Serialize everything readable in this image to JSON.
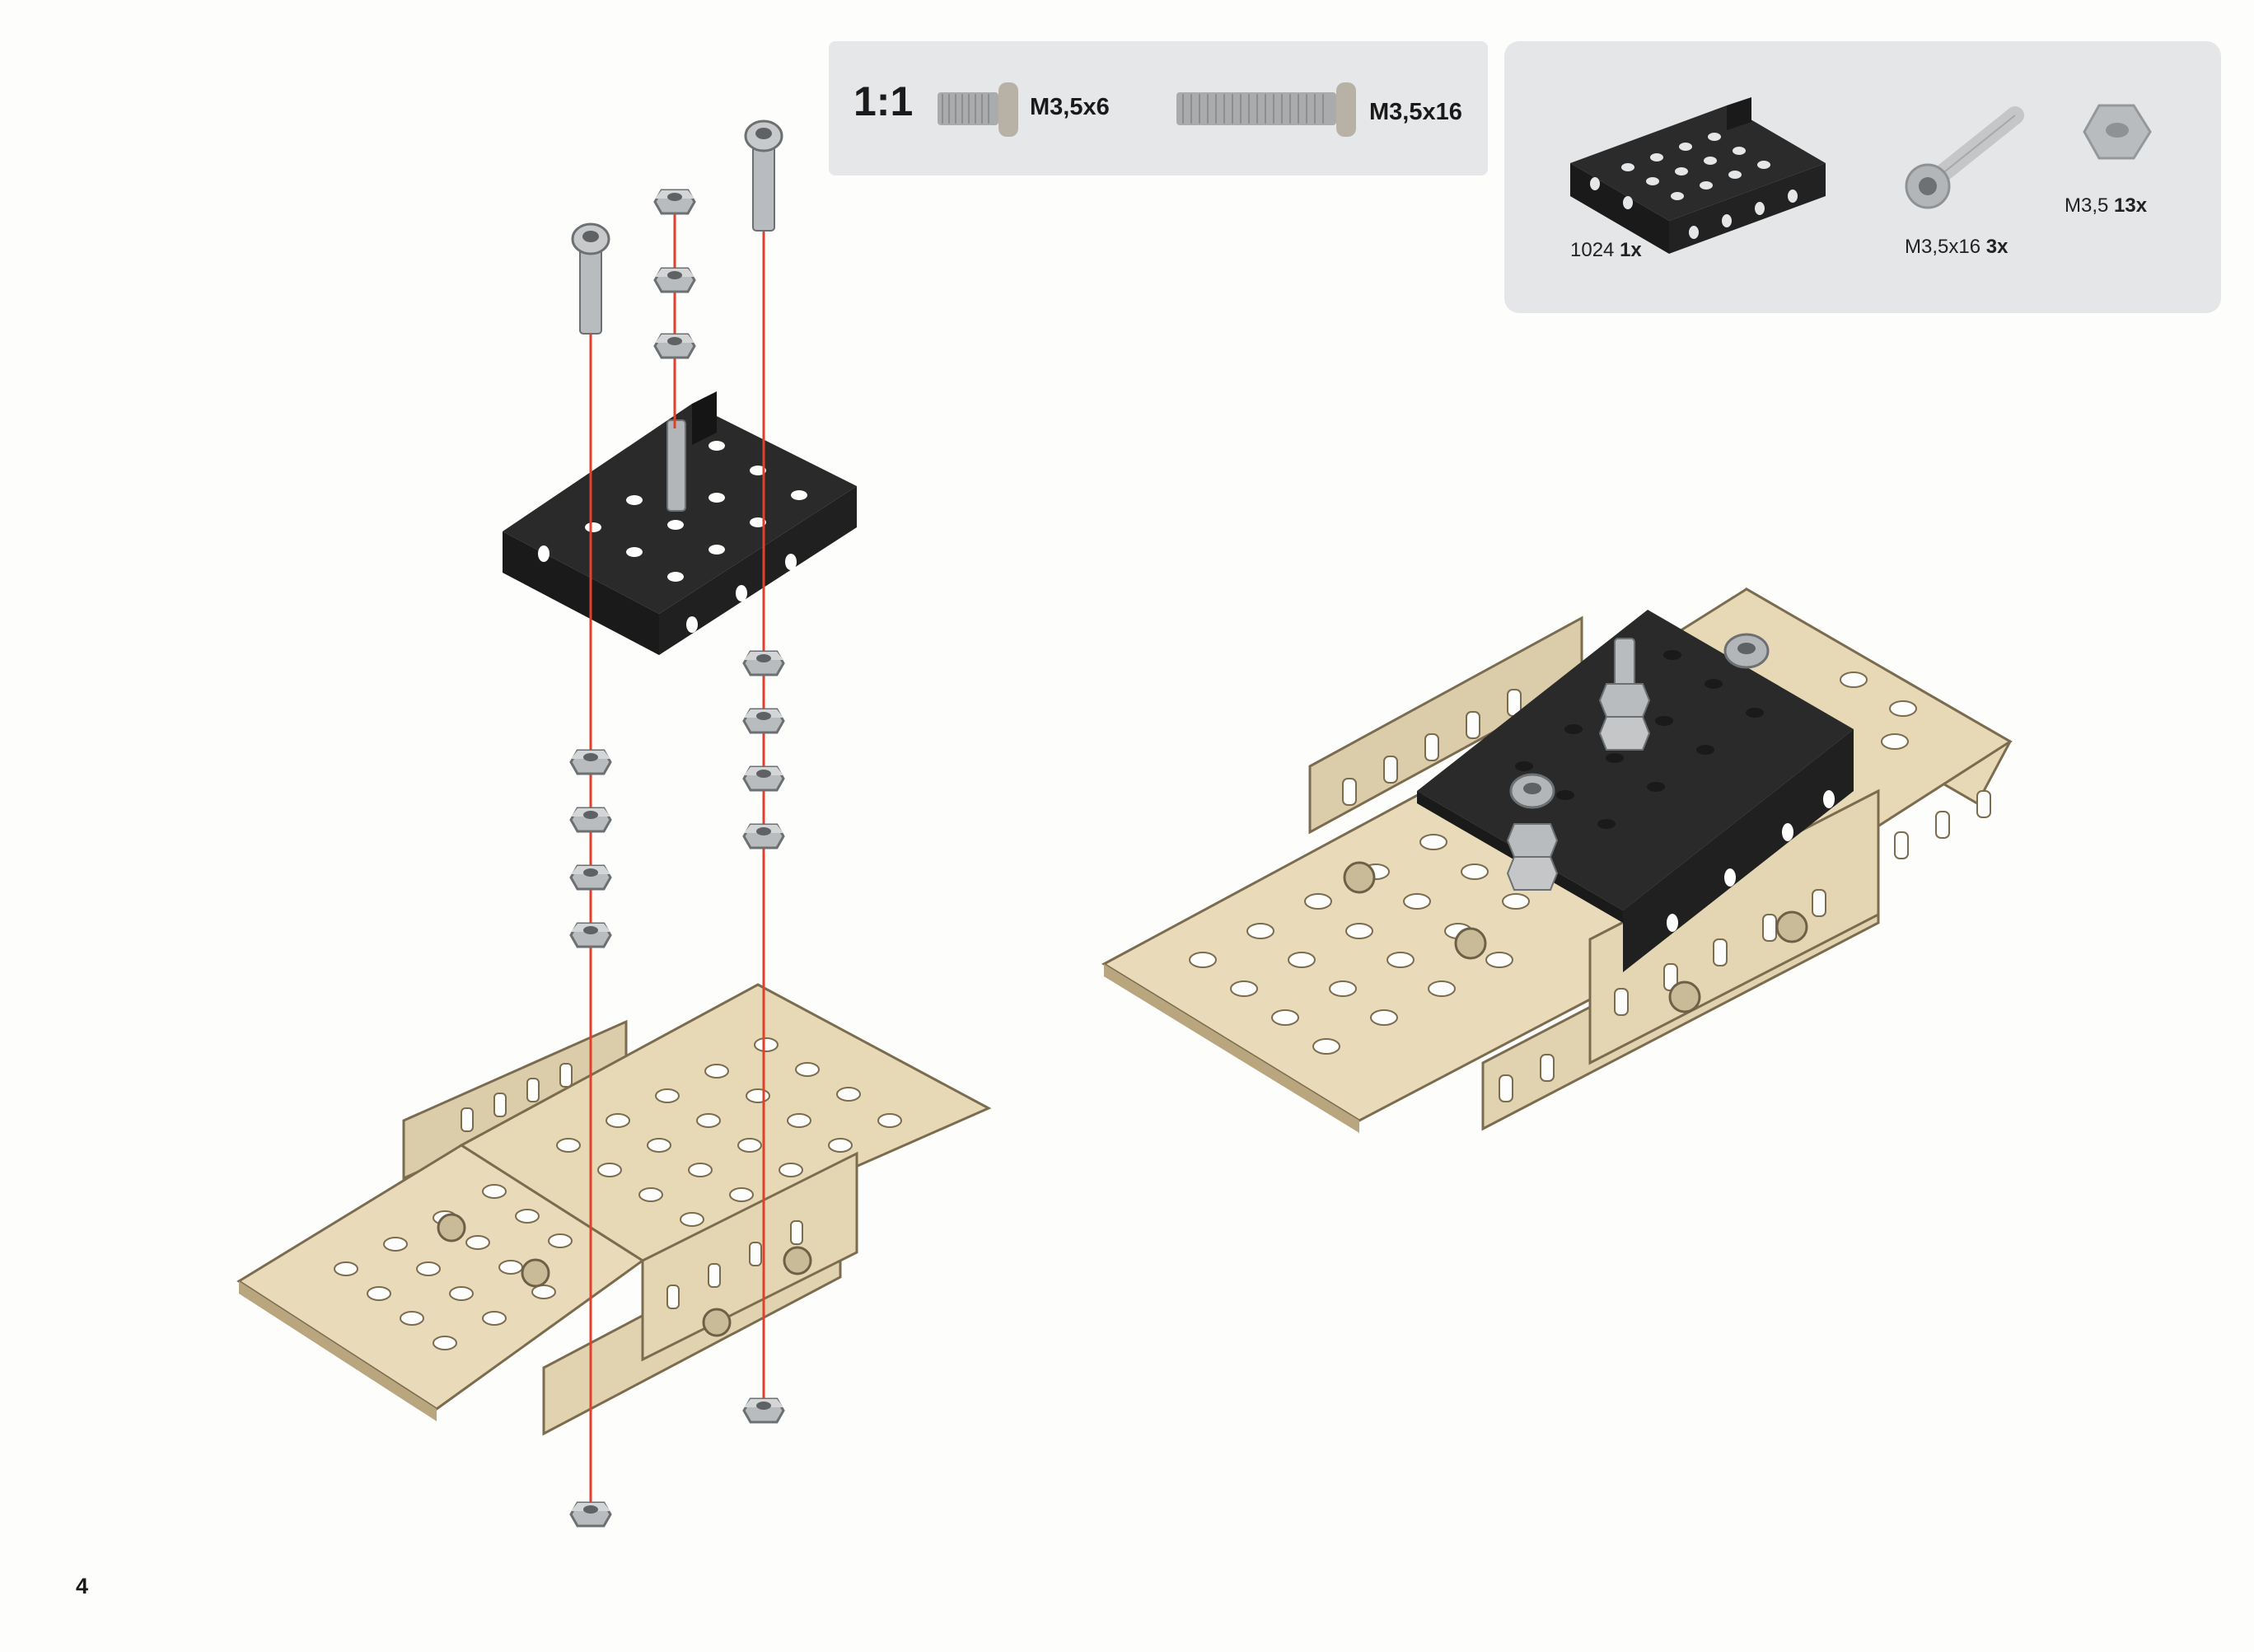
{
  "scale_box": {
    "ratio": "1:1",
    "short_screw_label": "M3,5x6",
    "long_screw_label": "M3,5x16"
  },
  "parts_box": {
    "parts": [
      {
        "name": "1024",
        "qty": "1x"
      },
      {
        "name": "M3,5x16",
        "qty": "3x"
      },
      {
        "name": "M3,5",
        "qty": "13x"
      }
    ]
  },
  "page_number": "4",
  "colors": {
    "panel_bg": "#e6e7e9",
    "tan_plate": "#e7d8b6",
    "tan_edge": "#b9a67e",
    "black_bracket": "#1f1f1f",
    "hardware_gray": "#b6b8ba",
    "guide_line": "#e2402b"
  }
}
